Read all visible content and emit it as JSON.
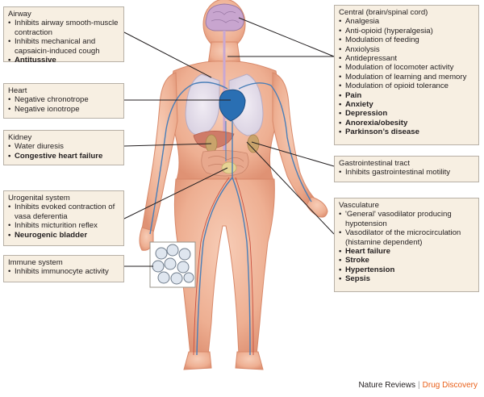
{
  "boxes": {
    "airway": {
      "title": "Airway",
      "items": [
        {
          "text": "Inhibits airway smooth-muscle contraction",
          "bold": false
        },
        {
          "text": "Inhibits mechanical and capsaicin-induced cough",
          "bold": false
        },
        {
          "text": "Antitussive",
          "bold": true
        }
      ]
    },
    "heart": {
      "title": "Heart",
      "items": [
        {
          "text": "Negative chronotrope",
          "bold": false
        },
        {
          "text": "Negative ionotrope",
          "bold": false
        }
      ]
    },
    "kidney": {
      "title": "Kidney",
      "items": [
        {
          "text": "Water diuresis",
          "bold": false
        },
        {
          "text": "Congestive heart failure",
          "bold": true
        }
      ]
    },
    "urogenital": {
      "title": "Urogenital system",
      "items": [
        {
          "text": "Inhibits evoked contraction of vasa deferentia",
          "bold": false
        },
        {
          "text": "Inhibits micturition reflex",
          "bold": false
        },
        {
          "text": "Neurogenic bladder",
          "bold": true
        }
      ]
    },
    "immune": {
      "title": "Immune system",
      "items": [
        {
          "text": "Inhibits immunocyte activity",
          "bold": false
        }
      ]
    },
    "central": {
      "title": "Central (brain/spinal cord)",
      "items": [
        {
          "text": "Analgesia",
          "bold": false
        },
        {
          "text": "Anti-opioid (hyperalgesia)",
          "bold": false
        },
        {
          "text": "Modulation of feeding",
          "bold": false
        },
        {
          "text": "Anxiolysis",
          "bold": false
        },
        {
          "text": "Antidepressant",
          "bold": false
        },
        {
          "text": "Modulation of locomoter activity",
          "bold": false
        },
        {
          "text": "Modulation of learning and memory",
          "bold": false
        },
        {
          "text": "Modulation of opioid tolerance",
          "bold": false
        },
        {
          "text": "Pain",
          "bold": true
        },
        {
          "text": "Anxiety",
          "bold": true
        },
        {
          "text": "Depression",
          "bold": true
        },
        {
          "text": "Anorexia/obesity",
          "bold": true
        },
        {
          "text": "Parkinson’s disease",
          "bold": true
        }
      ]
    },
    "gi": {
      "title": "Gastrointestinal tract",
      "items": [
        {
          "text": "Inhibits gastrointestinal motility",
          "bold": false
        }
      ]
    },
    "vasculature": {
      "title": "Vasculature",
      "items": [
        {
          "text": "'General' vasodilator producing hypotension",
          "bold": false
        },
        {
          "text": "Vasodilator of the microcirculation (histamine dependent)",
          "bold": false
        },
        {
          "text": "Heart failure",
          "bold": true
        },
        {
          "text": "Stroke",
          "bold": true
        },
        {
          "text": "Hypertension",
          "bold": true
        },
        {
          "text": "Sepsis",
          "bold": true
        }
      ]
    }
  },
  "footer": {
    "journal": "Nature Reviews",
    "section": "Drug Discovery"
  },
  "colors": {
    "box_fill": "#f7efe2",
    "box_border": "#b7b0a6",
    "skin": "#eeaf92",
    "skin_dark": "#dc8f73",
    "vessel": "#4a7fb8",
    "heart": "#2a6fb3",
    "accent": "#e9601a"
  }
}
